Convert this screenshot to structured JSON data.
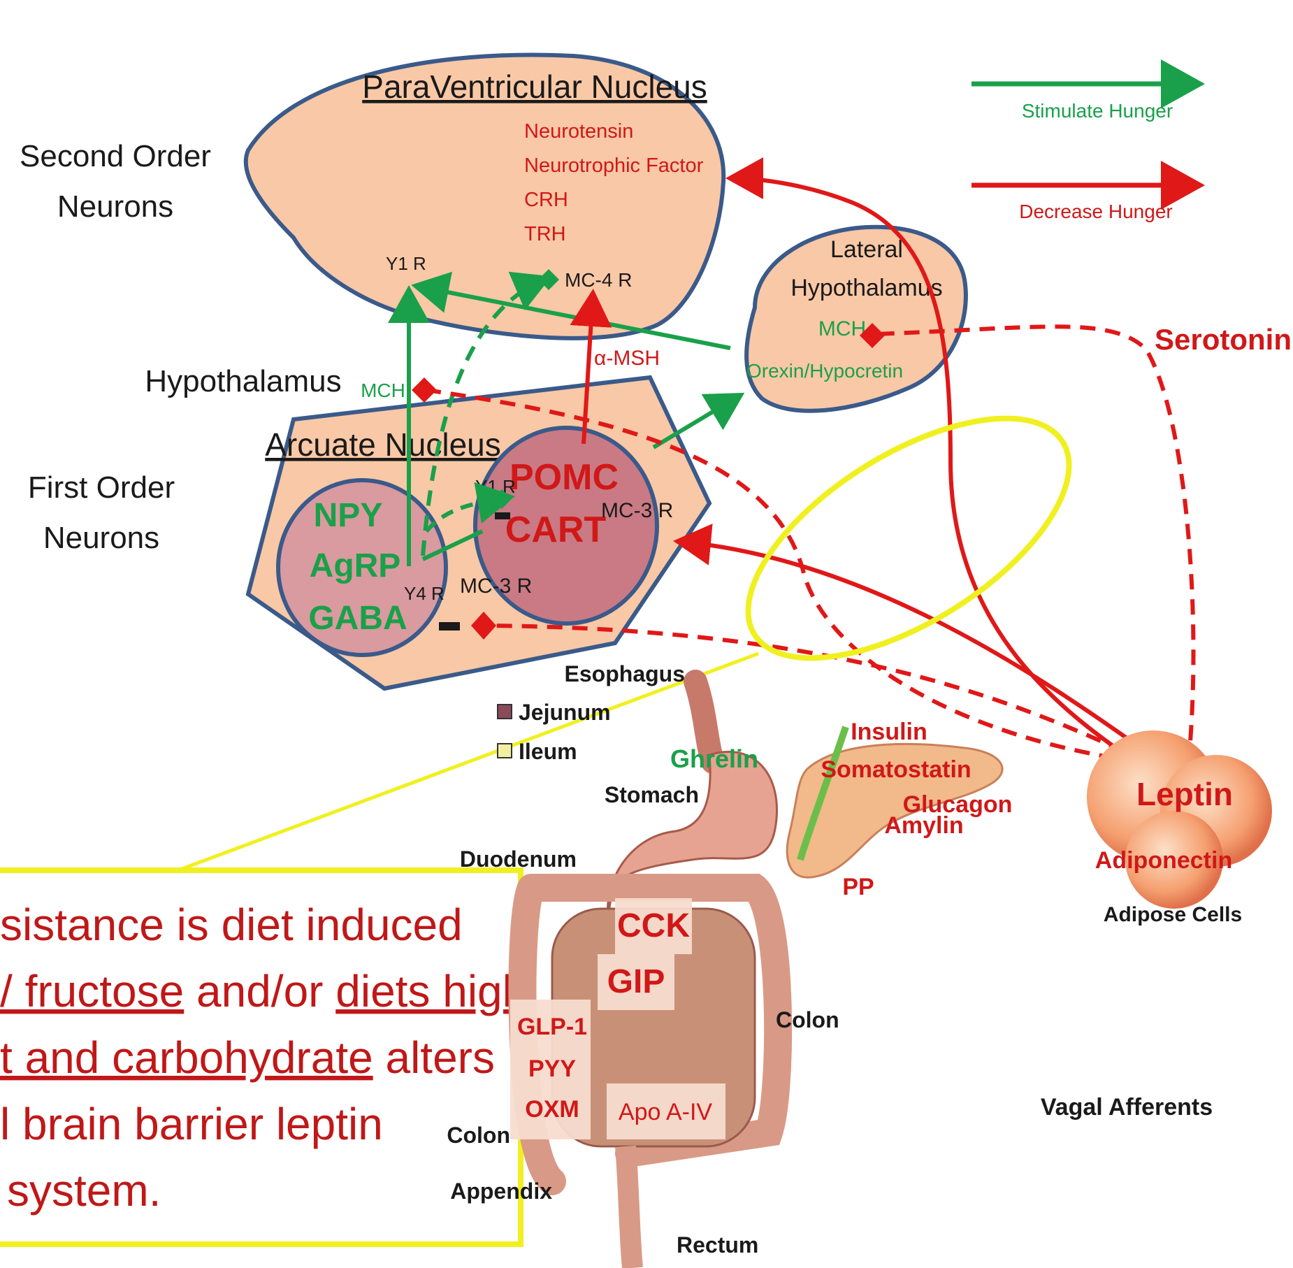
{
  "legend": {
    "stimulate": "Stimulate Hunger",
    "decrease": "Decrease Hunger",
    "stimulate_color": "#1aa04a",
    "decrease_color": "#e01818"
  },
  "side_labels": {
    "second_order_1": "Second Order",
    "second_order_2": "Neurons",
    "hypothalamus": "Hypothalamus",
    "first_order_1": "First Order",
    "first_order_2": "Neurons",
    "serotonin": "Serotonin",
    "vagal": "Vagal Afferents"
  },
  "pvn": {
    "title": "ParaVentricular Nucleus",
    "items": [
      "Neurotensin",
      "Neurotrophic Factor",
      "CRH",
      "TRH"
    ],
    "y1r": "Y1 R",
    "mc4r": "MC-4 R",
    "amsh": "α-MSH"
  },
  "lateral": {
    "title_1": "Lateral",
    "title_2": "Hypothalamus",
    "mch": "MCH",
    "orexin": "Orexin/Hypocretin"
  },
  "arcuate": {
    "title": "Arcuate Nucleus",
    "mch": "MCH",
    "npy": "NPY",
    "agrp": "AgRP",
    "gaba": "GABA",
    "pomc": "POMC",
    "cart": "CART",
    "y1r": "Y1 R",
    "mc3r_pomc": "MC-3 R",
    "y4r": "Y4 R",
    "mc3r_npy": "MC-3 R",
    "minus": "–"
  },
  "gut": {
    "esophagus": "Esophagus",
    "jejunum": "Jejunum",
    "ileum": "Ileum",
    "stomach": "Stomach",
    "duodenum": "Duodenum",
    "colon_right": "Colon",
    "colon_left": "Colon",
    "appendix": "Appendix",
    "rectum": "Rectum",
    "ghrelin": "Ghrelin",
    "cck": "CCK",
    "gip": "GIP",
    "glp1": "GLP-1",
    "pyy": "PYY",
    "oxm": "OXM",
    "apoa4": "Apo A-IV"
  },
  "pancreas": {
    "insulin": "Insulin",
    "somatostatin": "Somatostatin",
    "glucagon": "Glucagon",
    "amylin": "Amylin",
    "pp": "PP"
  },
  "adipose": {
    "leptin": "Leptin",
    "adiponectin": "Adiponectin",
    "cells": "Adipose Cells"
  },
  "callout": {
    "line1": "sistance is diet induced",
    "line2a": "/ fructose",
    "line2b": " and/or ",
    "line2c": "diets high",
    "line3a": "t and carbohydrate",
    "line3b": " alters",
    "line4": "l brain barrier leptin",
    "line5": "system."
  }
}
